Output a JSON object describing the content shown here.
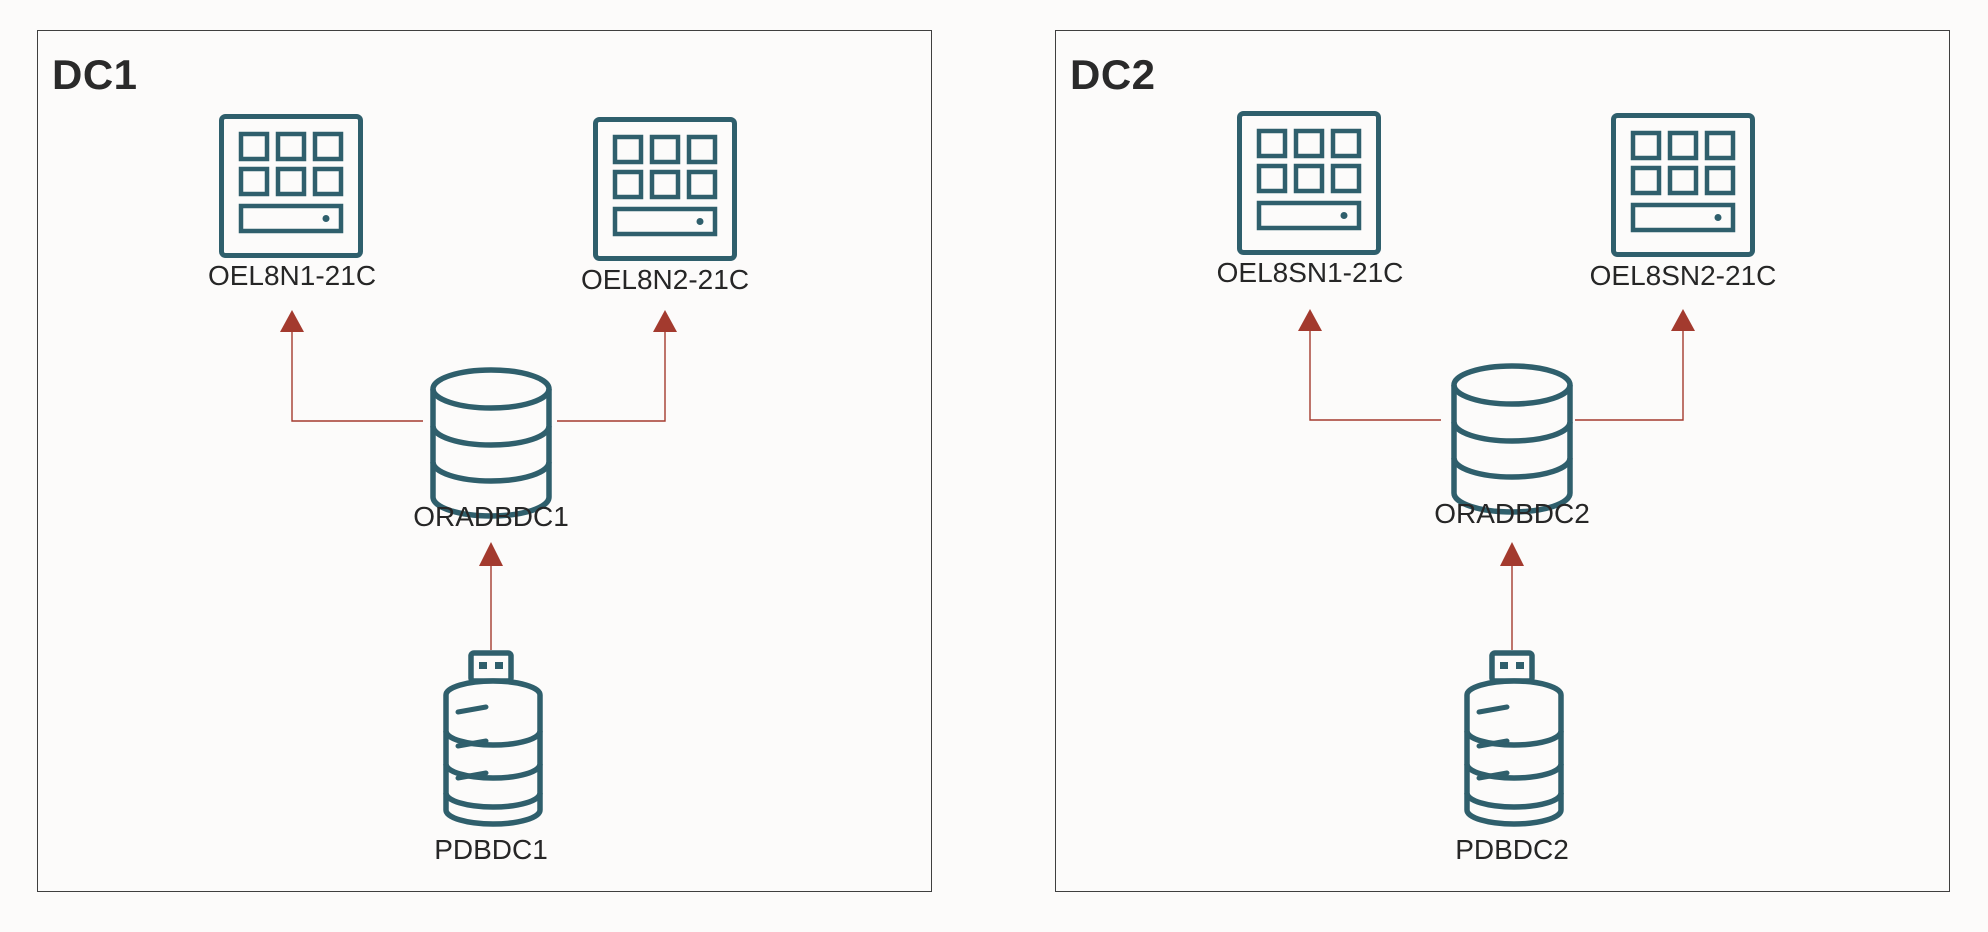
{
  "colors": {
    "icon": "#2f5f6c",
    "arrow": "#a33a2e",
    "border": "#3f3f3f",
    "background": "#fcfbfa"
  },
  "datacenters": [
    {
      "name": "DC1",
      "servers": [
        {
          "label": "OEL8N1-21C",
          "icon": "server-icon"
        },
        {
          "label": "OEL8N2-21C",
          "icon": "server-icon"
        }
      ],
      "database": {
        "label": "ORADBDC1",
        "icon": "database-icon"
      },
      "pdb": {
        "label": "PDBDC1",
        "icon": "pluggable-database-icon"
      }
    },
    {
      "name": "DC2",
      "servers": [
        {
          "label": "OEL8SN1-21C",
          "icon": "server-icon"
        },
        {
          "label": "OEL8SN2-21C",
          "icon": "server-icon"
        }
      ],
      "database": {
        "label": "ORADBDC2",
        "icon": "database-icon"
      },
      "pdb": {
        "label": "PDBDC2",
        "icon": "pluggable-database-icon"
      }
    }
  ]
}
